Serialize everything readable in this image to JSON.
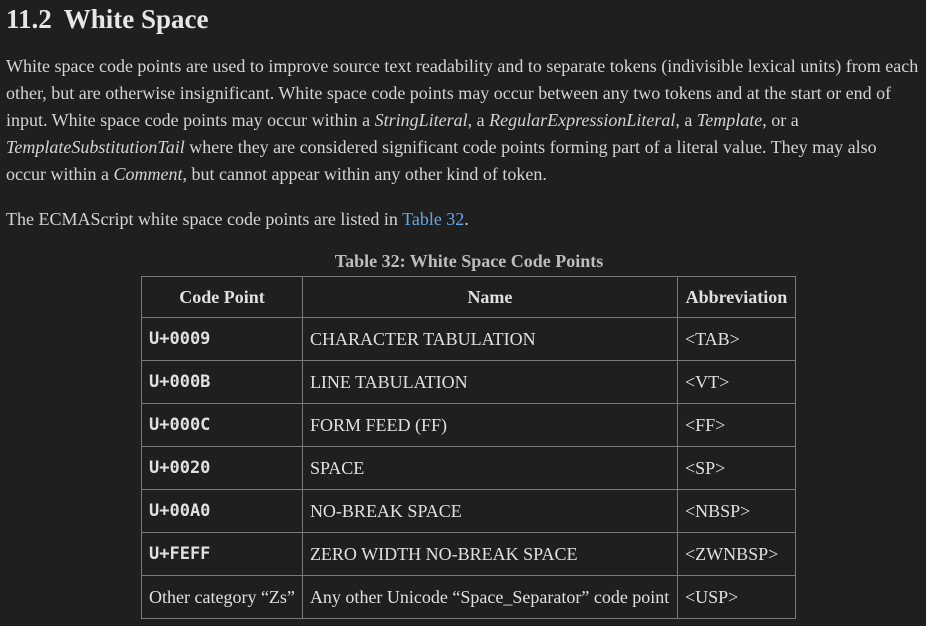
{
  "section": {
    "number": "11.2",
    "title": "White Space"
  },
  "para1": {
    "t1": "White space code points are used to improve source text readability and to separate tokens (indivisible lexical units) from each other, but are otherwise insignificant. White space code points may occur between any two tokens and at the start or end of input. White space code points may occur within a ",
    "e1": "StringLiteral",
    "t2": ", a ",
    "e2": "RegularExpressionLiteral",
    "t3": ", a ",
    "e3": "Template",
    "t4": ", or a ",
    "e4": "TemplateSubstitutionTail",
    "t5": " where they are considered significant code points forming part of a literal value. They may also occur within a ",
    "e5": "Comment",
    "t6": ", but cannot appear within any other kind of token."
  },
  "para2": {
    "t1": "The ECMAScript white space code points are listed in ",
    "link": "Table 32",
    "t2": "."
  },
  "table": {
    "caption": "Table 32: White Space Code Points",
    "headers": [
      "Code Point",
      "Name",
      "Abbreviation"
    ],
    "rows": [
      {
        "code": "U+0009",
        "name": "CHARACTER TABULATION",
        "abbr": "<TAB>"
      },
      {
        "code": "U+000B",
        "name": "LINE TABULATION",
        "abbr": "<VT>"
      },
      {
        "code": "U+000C",
        "name": "FORM FEED (FF)",
        "abbr": "<FF>"
      },
      {
        "code": "U+0020",
        "name": "SPACE",
        "abbr": "<SP>"
      },
      {
        "code": "U+00A0",
        "name": "NO-BREAK SPACE",
        "abbr": "<NBSP>"
      },
      {
        "code": "U+FEFF",
        "name": "ZERO WIDTH NO-BREAK SPACE",
        "abbr": "<ZWNBSP>"
      },
      {
        "code": "Other category “Zs”",
        "name": "Any other Unicode “Space_Separator” code point",
        "abbr": "<USP>"
      }
    ]
  },
  "colors": {
    "background": "#1f1f1f",
    "text": "#d4d4d4",
    "link": "#62a8e8"
  }
}
